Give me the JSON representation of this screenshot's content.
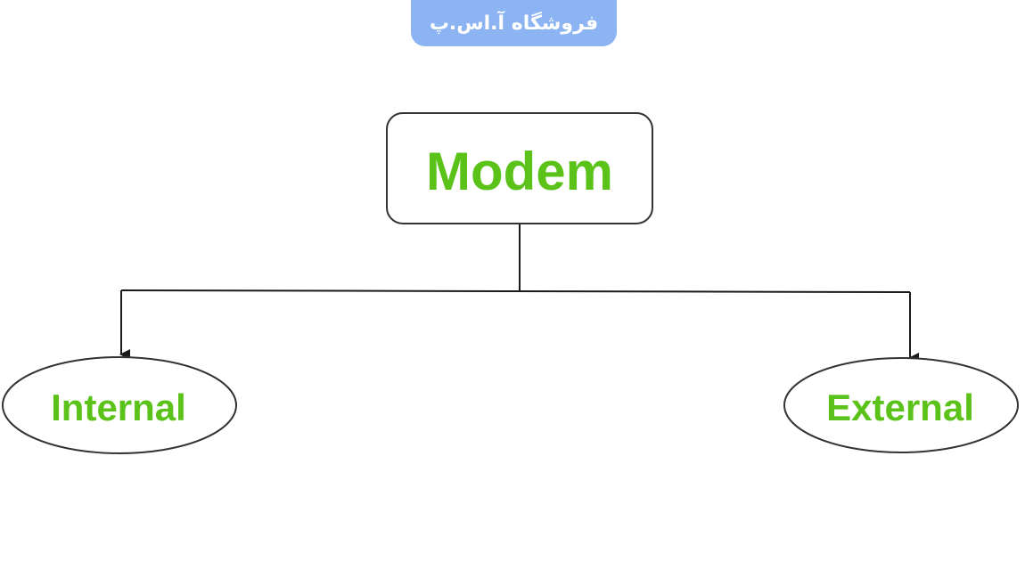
{
  "watermark": {
    "text": "فروشگاه آ.اس.پ",
    "color": "#8db4f2"
  },
  "diagram": {
    "root": {
      "label": "Modem"
    },
    "children": [
      {
        "label": "Internal"
      },
      {
        "label": "External"
      }
    ],
    "colors": {
      "label": "#5bc219",
      "stroke": "#333333",
      "connector": "#1a1a1a"
    }
  }
}
